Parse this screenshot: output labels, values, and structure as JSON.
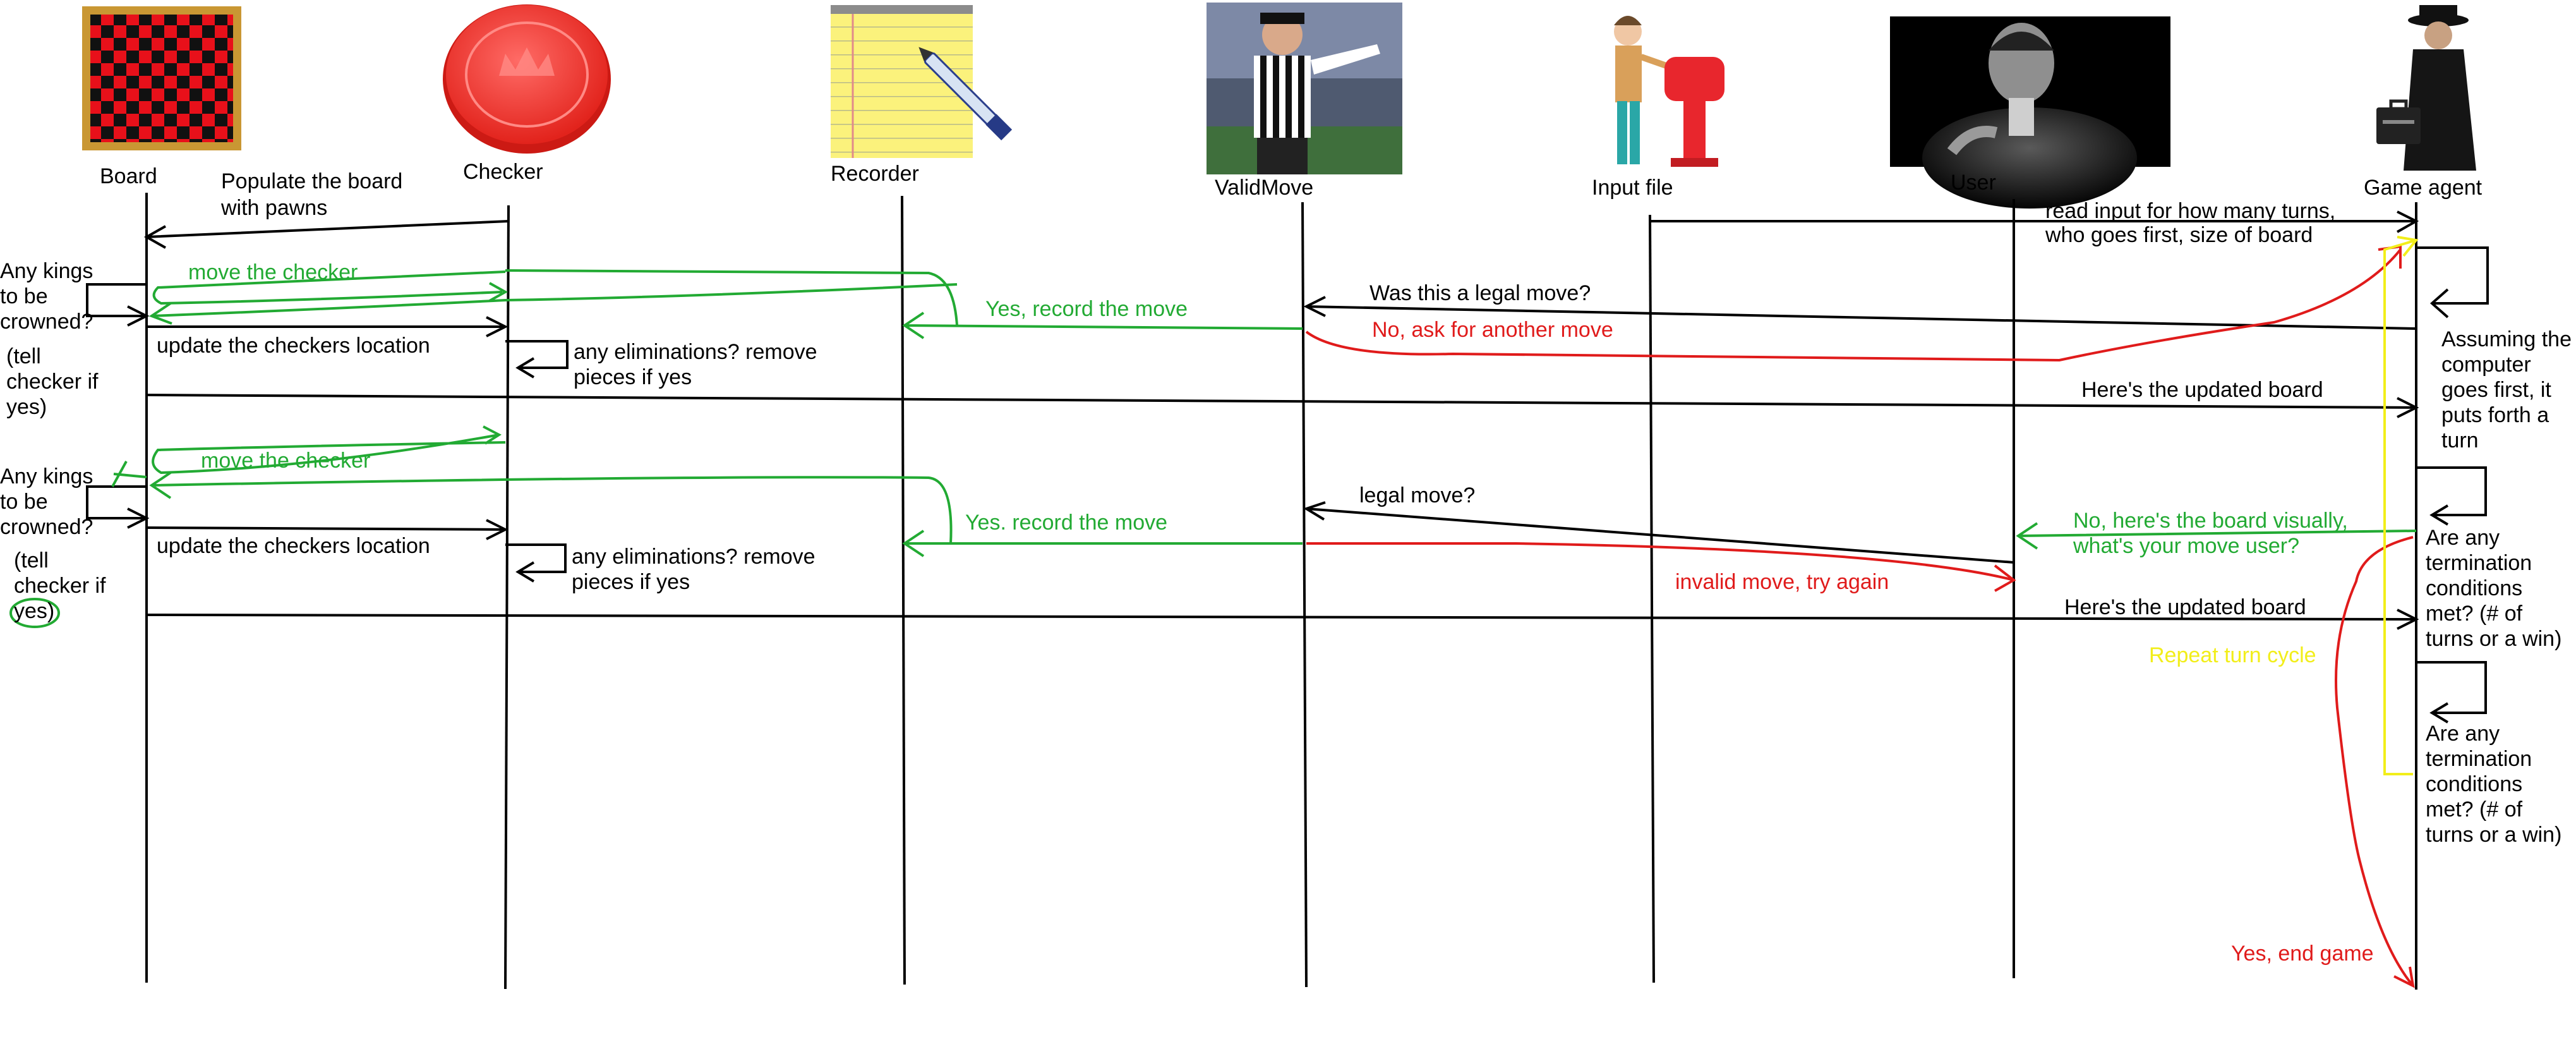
{
  "lifelines": [
    {
      "id": "board",
      "label": "Board"
    },
    {
      "id": "checker",
      "label": "Checker"
    },
    {
      "id": "recorder",
      "label": "Recorder"
    },
    {
      "id": "validmove",
      "label": "ValidMove"
    },
    {
      "id": "inputfile",
      "label": "Input file"
    },
    {
      "id": "user",
      "label": "User"
    },
    {
      "id": "gameagent",
      "label": "Game agent"
    }
  ],
  "messages": {
    "populate_1": "Populate the board",
    "populate_2": "with pawns",
    "read_input_1": "read input for how many turns,",
    "read_input_2": "who goes first, size of board",
    "move_checker_1": "move the checker",
    "yes_record_1": "Yes, record the move",
    "legal_q_1": "Was this a legal move?",
    "no_another": "No, ask for another move",
    "update_loc_1": "update the checkers location",
    "elim_1a": "any eliminations? remove",
    "elim_1b": "pieces if yes",
    "updated_board_1": "Here's the updated board",
    "move_checker_2": "move the checker",
    "legal_q_2": "legal move?",
    "no_board_1": "No, here's the board visually,",
    "no_board_2": "what's your move user?",
    "yes_record_2": "Yes. record the move",
    "update_loc_2": "update the checkers location",
    "elim_2a": "any eliminations? remove",
    "elim_2b": "pieces if yes",
    "invalid_move": "invalid move, try again",
    "updated_board_2": "Here's the updated board",
    "repeat": "Repeat turn cycle",
    "yes_end": "Yes, end game"
  },
  "notes": {
    "kings_1": [
      "Any kings",
      "to be",
      "crowned?"
    ],
    "tell_1": [
      "(tell",
      "checker if",
      "yes)"
    ],
    "kings_2": [
      "Any kings",
      "to be",
      "crowned?"
    ],
    "tell_2": [
      "(tell",
      "checker if",
      "yes)"
    ],
    "assume": [
      "Assuming the",
      "computer",
      "goes first, it",
      "puts forth a",
      "turn"
    ],
    "term_1": [
      "Are any",
      "termination",
      "conditions",
      "met? (# of",
      "turns or a win)"
    ],
    "term_2": [
      "Are any",
      "termination",
      "conditions",
      "met? (# of",
      "turns or a win)"
    ]
  },
  "colors": {
    "black": "#000000",
    "green": "#22aa33",
    "red": "#e01b1b",
    "yellow": "#f2ee1a"
  },
  "icons": [
    "checkerboard-icon",
    "red-checker-icon",
    "notepad-pen-icon",
    "referee-photo",
    "mailbox-person-icon",
    "user-photo",
    "agent-photo"
  ]
}
